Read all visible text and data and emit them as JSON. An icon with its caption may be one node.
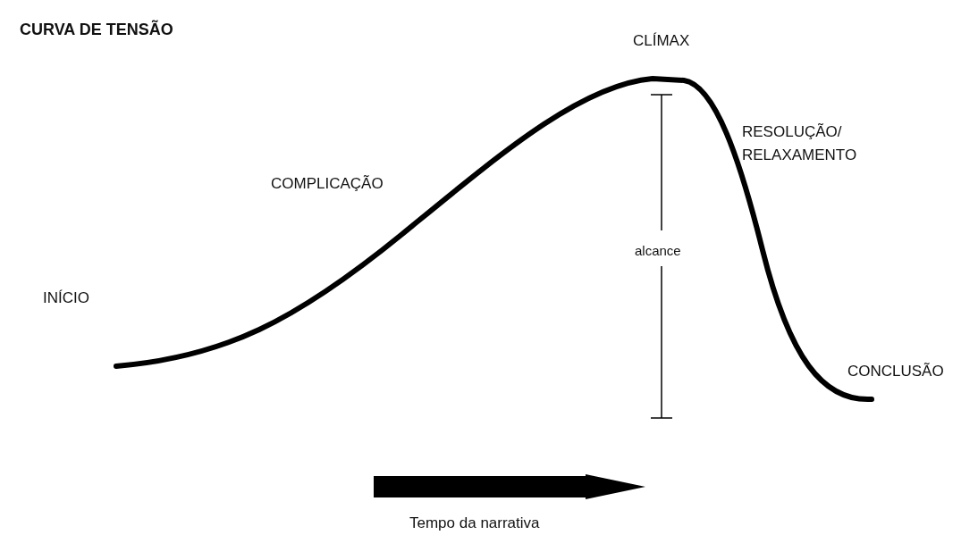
{
  "diagram": {
    "title": "CURVA DE TENSÃO",
    "labels": [
      "CLÍMAX",
      "RESOLUÇÃO/ RELAXAMENTO",
      "COMPLICAÇÃO",
      "alcance",
      "INÍCIO",
      "CONCLUSÃO",
      "Tempo da narrativa"
    ]
  }
}
